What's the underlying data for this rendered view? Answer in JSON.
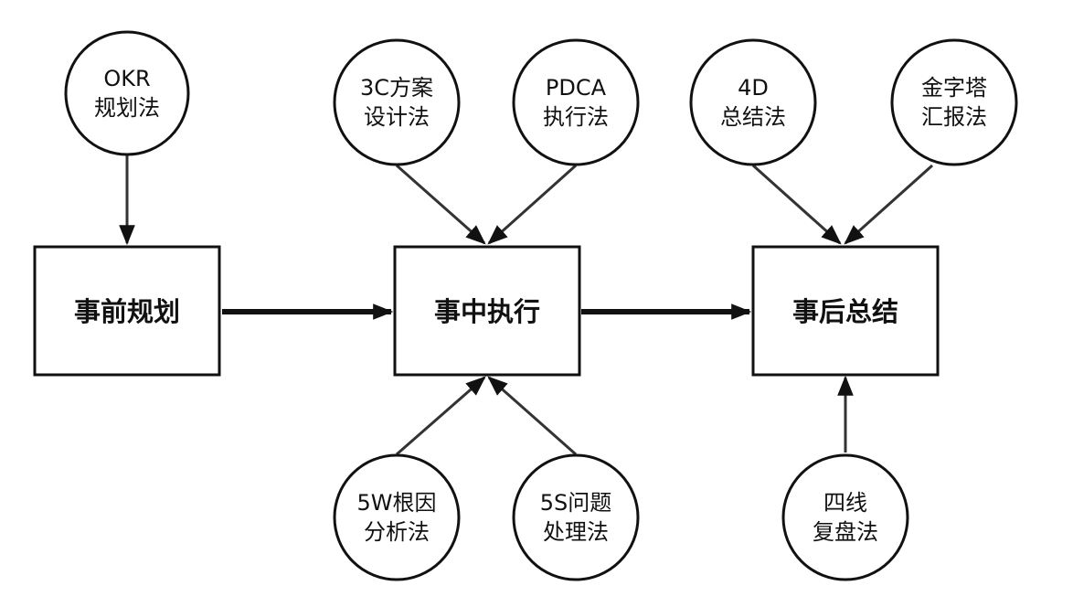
{
  "stages": {
    "planning": "事前规划",
    "execution": "事中执行",
    "review": "事后总结"
  },
  "methods": {
    "okr": [
      "OKR",
      "规划法"
    ],
    "three_c": [
      "3C方案",
      "设计法"
    ],
    "pdca": [
      "PDCA",
      "执行法"
    ],
    "four_d": [
      "4D",
      "总结法"
    ],
    "pyramid": [
      "金字塔",
      "汇报法"
    ],
    "five_w": [
      "5W根因",
      "分析法"
    ],
    "five_s": [
      "5S问题",
      "处理法"
    ],
    "four_line": [
      "四线",
      "复盘法"
    ]
  },
  "colors": {
    "stroke": "#111111",
    "connector": "#333333",
    "fill": "#ffffff"
  }
}
